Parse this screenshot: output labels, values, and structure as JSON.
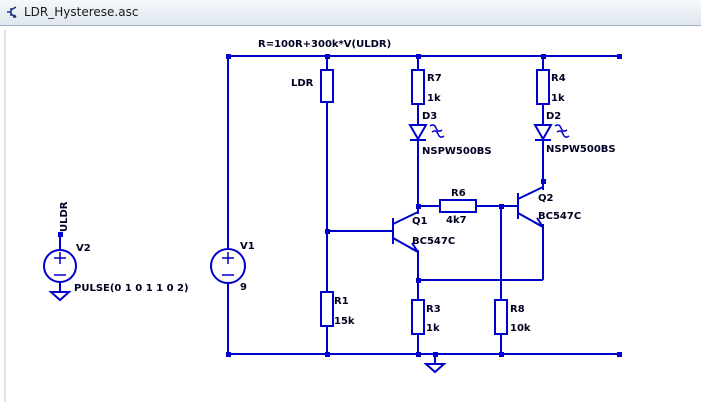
{
  "window": {
    "title": "LDR_Hysterese.asc",
    "icon": "schematic-icon"
  },
  "schematic": {
    "wire_color": "#0000cc",
    "node_color": "#0000cc",
    "text_color": "#000022",
    "directive": "R=100R+300k*V(ULDR)",
    "components": {
      "ldr": {
        "name": "LDR"
      },
      "r1": {
        "name": "R1",
        "value": "15k"
      },
      "r3": {
        "name": "R3",
        "value": "1k"
      },
      "r4": {
        "name": "R4",
        "value": "1k"
      },
      "r6": {
        "name": "R6",
        "value": "4k7"
      },
      "r7": {
        "name": "R7",
        "value": "1k"
      },
      "r8": {
        "name": "R8",
        "value": "10k"
      },
      "d2": {
        "name": "D2",
        "value": "NSPW500BS"
      },
      "d3": {
        "name": "D3",
        "value": "NSPW500BS"
      },
      "q1": {
        "name": "Q1",
        "value": "BC547C"
      },
      "q2": {
        "name": "Q2",
        "value": "BC547C"
      },
      "v1": {
        "name": "V1",
        "value": "9"
      },
      "v2": {
        "name": "V2",
        "value": "PULSE(0 1 0 1 1 0 2)"
      }
    },
    "net_label": "ULDR"
  }
}
